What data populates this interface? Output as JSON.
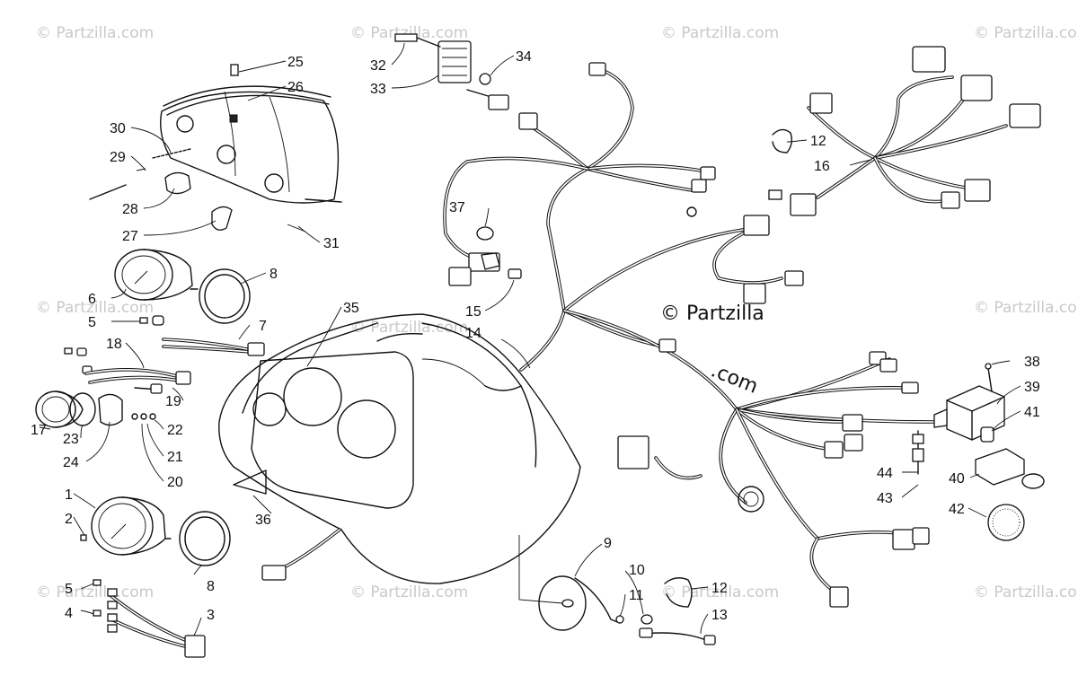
{
  "watermark": {
    "text": "© Partzilla.com",
    "main_line1": "© Partzilla",
    "main_line2": ".com"
  },
  "callouts": [
    "1",
    "2",
    "3",
    "4",
    "5",
    "6",
    "7",
    "8",
    "9",
    "10",
    "11",
    "12",
    "13",
    "14",
    "15",
    "16",
    "17",
    "18",
    "19",
    "20",
    "21",
    "22",
    "23",
    "24",
    "25",
    "26",
    "27",
    "28",
    "29",
    "30",
    "31",
    "32",
    "33",
    "34",
    "35",
    "36",
    "37",
    "38",
    "39",
    "40",
    "41",
    "42",
    "43",
    "44"
  ],
  "colors": {
    "line": "#111111",
    "watermark": "#c9c9c9",
    "background": "#ffffff"
  }
}
